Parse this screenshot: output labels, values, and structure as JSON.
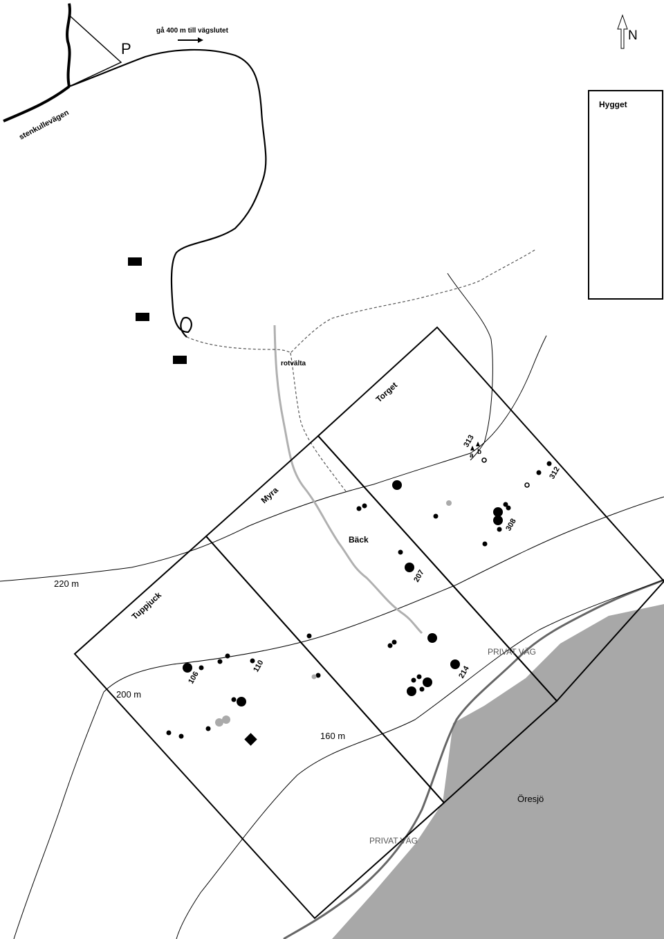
{
  "labels": {
    "parking": "P",
    "direction_note": "gå 400 m till vägslutet",
    "north": "N",
    "road_name": "stenkullevägen",
    "clearing": "Hygget",
    "uprooted_tree": "rotvälta",
    "zone_torget": "Torget",
    "zone_myra": "Myra",
    "zone_tuppjuck": "Tuppjuck",
    "stream": "Bäck",
    "contour_220": "220 m",
    "contour_200": "200 m",
    "contour_160": "160 m",
    "private_road_1": "PRIVAT VÄG",
    "private_road_2": "PRIVAT VÄG",
    "lake": "Öresjö"
  },
  "sites": {
    "s313": "313",
    "s313a": "a",
    "s313b": "b",
    "s312": "312",
    "s308": "308",
    "s207": "207",
    "s214": "214",
    "s110": "110",
    "s106": "106"
  },
  "colors": {
    "line": "#000000",
    "lake": "#a8a8a8",
    "road_gray": "#666666",
    "stream_gray": "#b0b0b0",
    "marker_gray": "#aaaaaa"
  }
}
